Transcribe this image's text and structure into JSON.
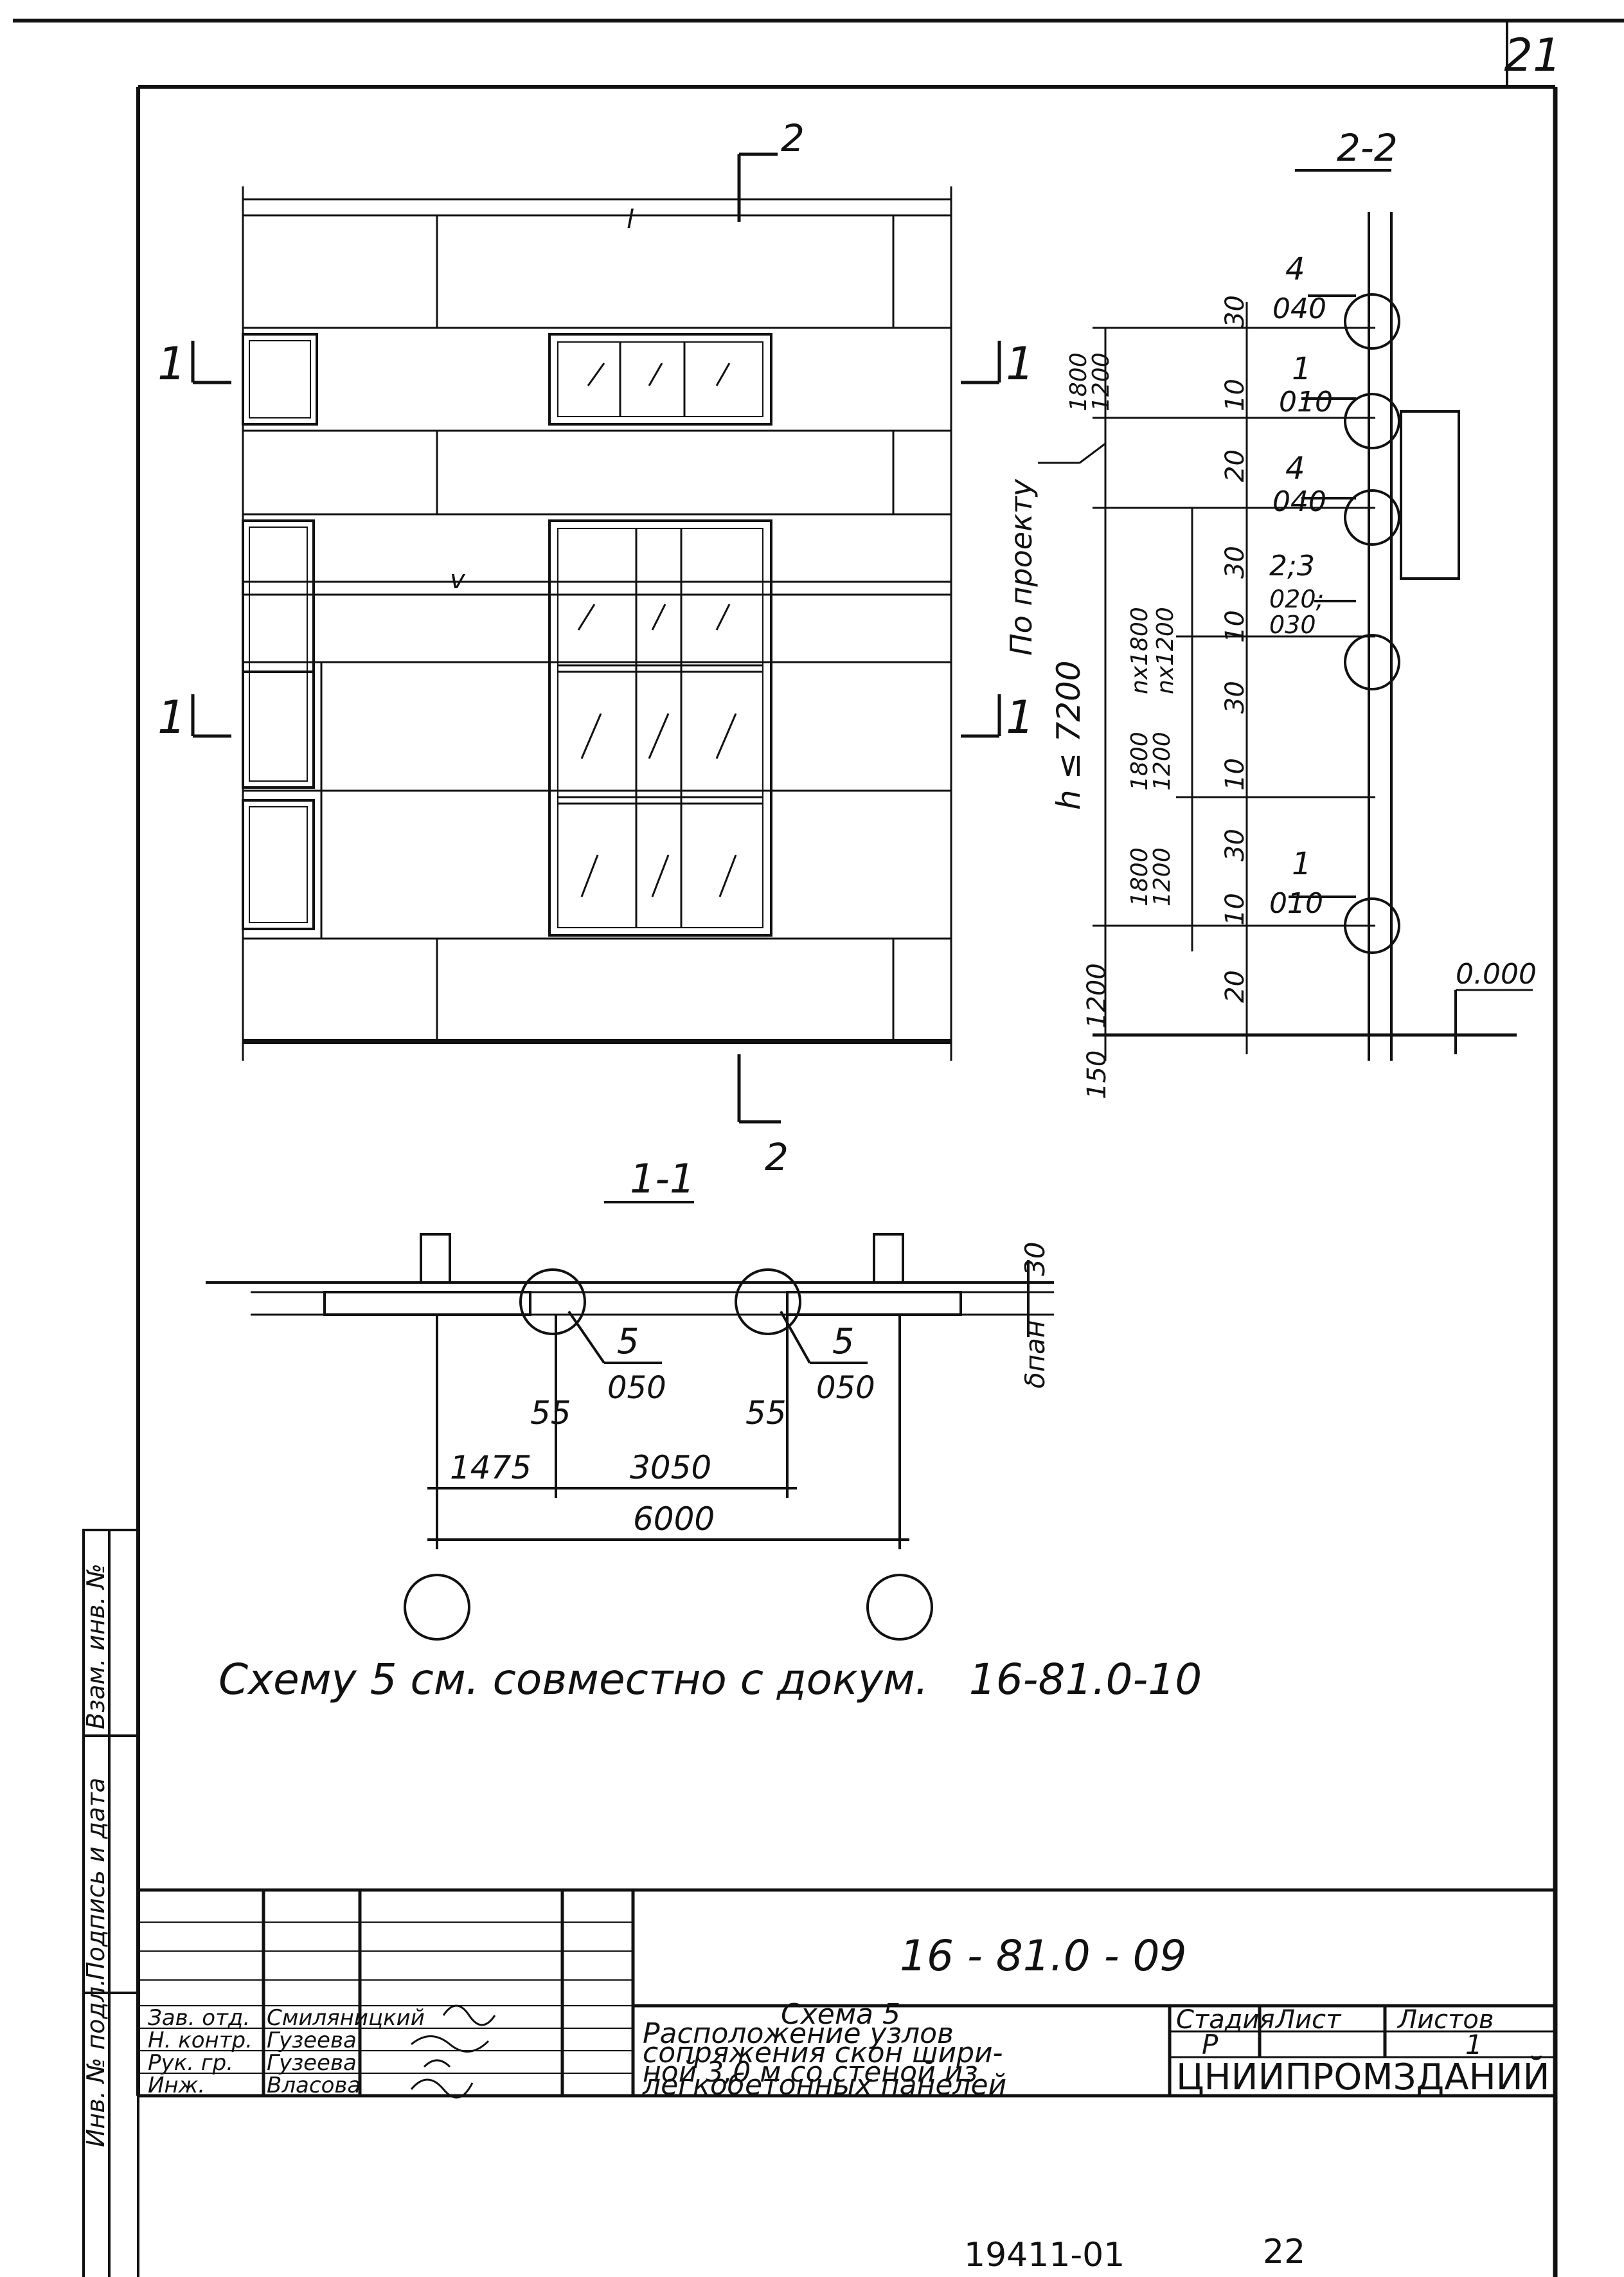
{
  "sheet": {
    "page_number": "21",
    "bottom_code": "19411-01",
    "bottom_page": "22"
  },
  "elevation": {
    "section_2_top": "2",
    "section_2_bottom": "2",
    "section_1_left_upper": "1",
    "section_1_right_upper": "1",
    "section_1_left_lower": "1",
    "section_1_right_lower": "1",
    "dim_top": "l",
    "axis_label": "v"
  },
  "section_2_2": {
    "title": "2-2",
    "callouts": [
      {
        "num": "4",
        "code": "040"
      },
      {
        "num": "1",
        "code": "010"
      },
      {
        "num": "4",
        "code": "040"
      },
      {
        "num": "2;3",
        "code": "020;",
        "code2": "030"
      },
      {
        "num": "1",
        "code": "010"
      }
    ],
    "vertical_note": "По проекту",
    "height_note": "h ≤ 7200",
    "dims_left": [
      "1800",
      "1200",
      "nx1800",
      "nx1200",
      "1800",
      "1200",
      "1800",
      "1200",
      "1200",
      "150"
    ],
    "dims_right": [
      "30",
      "10",
      "20",
      "30",
      "10",
      "30",
      "10",
      "30",
      "10",
      "20"
    ],
    "level": "0.000"
  },
  "section_1_1": {
    "title": "1-1",
    "callout_left": {
      "num": "5",
      "code": "050"
    },
    "callout_right": {
      "num": "5",
      "code": "050"
    },
    "dim_30": "30",
    "dim_bpan": "δпан",
    "dim_55_left": "55",
    "dim_55_right": "55",
    "dim_1475": "1475",
    "dim_3050": "3050",
    "dim_6000": "6000"
  },
  "note": "Схему 5 см. совместно с докум.   16-81.0-10",
  "side_stamp": {
    "col1": "Взам. инв. №",
    "col2": "Подпись и дата",
    "col3": "Инв. № подл."
  },
  "title_block": {
    "doc_code": "16 - 81.0 - 09",
    "title_lines": [
      "Схема 5",
      "Расположение узлов",
      "сопряжения скон шири-",
      "ной 3,0 м со стеной из",
      "легкобетонных панелей"
    ],
    "stage_label": "Стадия",
    "sheet_label": "Лист",
    "sheets_label": "Листов",
    "stage_value": "Р",
    "sheet_value": "",
    "sheets_value": "1",
    "organization": "ЦНИИПРОМЗДАНИЙ",
    "roles": [
      {
        "role": "Зав. отд.",
        "name": "Смиляницкий"
      },
      {
        "role": "Н. контр.",
        "name": "Гузеева"
      },
      {
        "role": "Рук. гр.",
        "name": "Гузеева"
      },
      {
        "role": "Инж.",
        "name": "Власова"
      }
    ]
  }
}
